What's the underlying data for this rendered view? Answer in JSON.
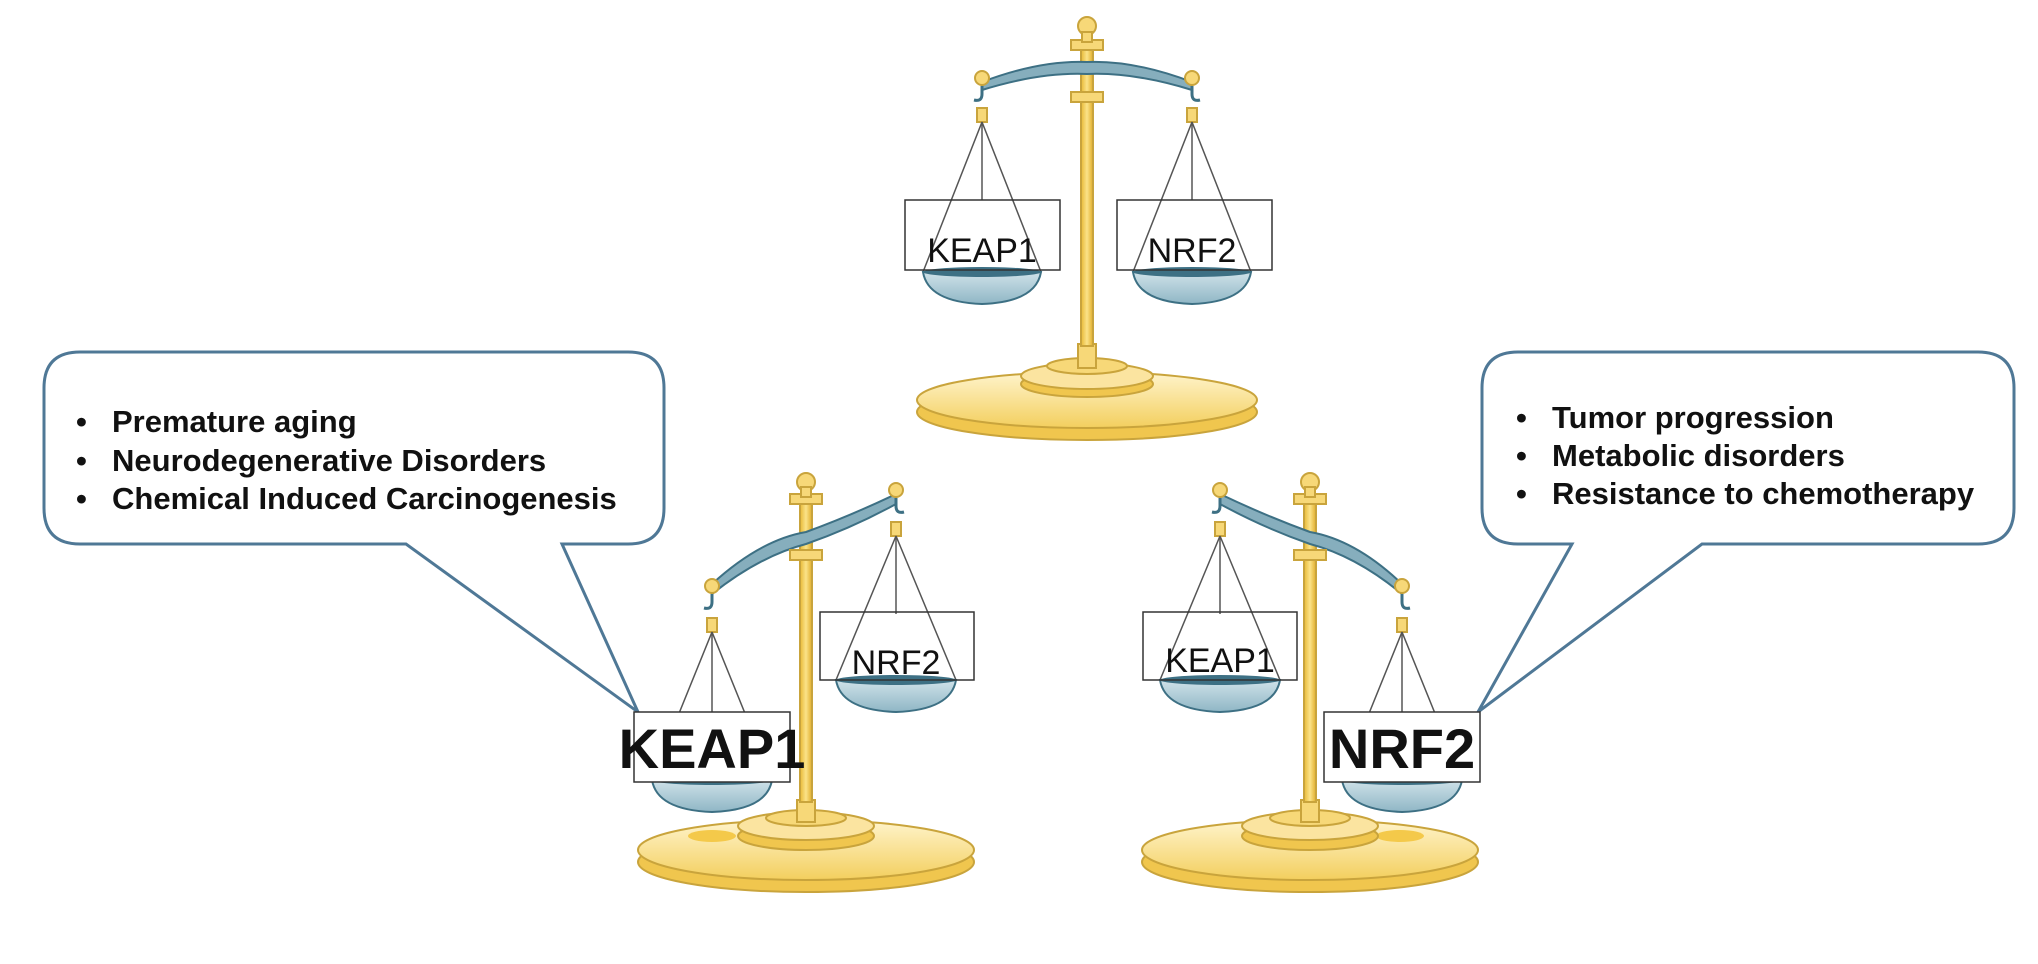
{
  "diagram": {
    "balanced_scale": {
      "left_label": "KEAP1",
      "right_label": "NRF2"
    },
    "keap1_heavy_scale": {
      "left_label": "KEAP1",
      "right_label": "NRF2"
    },
    "nrf2_heavy_scale": {
      "left_label": "KEAP1",
      "right_label": "NRF2"
    },
    "left_callout": {
      "bullet": "•",
      "items": [
        "Premature aging",
        "Neurodegenerative Disorders",
        "Chemical Induced Carcinogenesis"
      ]
    },
    "right_callout": {
      "bullet": "•",
      "items": [
        "Tumor progression",
        "Metabolic disorders",
        "Resistance to chemotherapy"
      ]
    },
    "colors": {
      "gold": "#f5d36a",
      "gold_light": "#fdeeb8",
      "gold_stroke": "#c9a43c",
      "pan_blue": "#a8c8d4",
      "pan_dark": "#3d7084",
      "beam_blue": "#86aebd",
      "callout_stroke": "#4f7896"
    }
  }
}
